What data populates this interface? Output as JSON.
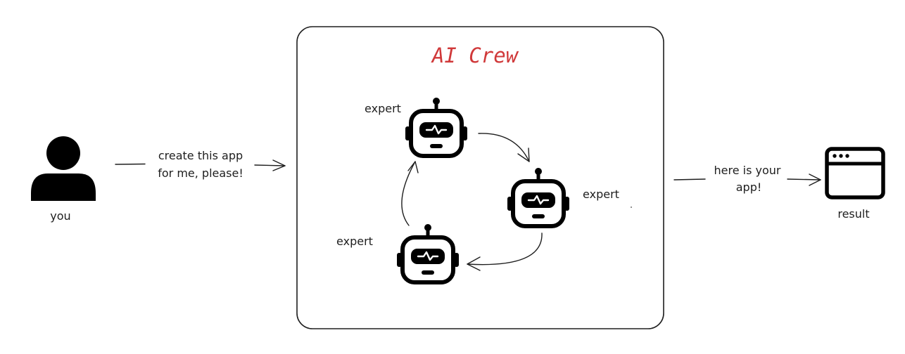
{
  "diagram": {
    "user_label": "you",
    "request_line1": "create this app",
    "request_line2": "for me, please!",
    "crew_title": "AI Crew",
    "expert_label_1": "expert",
    "expert_label_2": "expert",
    "expert_label_3": "expert",
    "response_line1": "here is your",
    "response_line2": "app!",
    "result_label": "result"
  },
  "colors": {
    "title": "#d0393a",
    "ink": "#1e1e1e",
    "background": "#ffffff"
  },
  "icons": {
    "user": "person-icon",
    "agents": "robot-icon",
    "result": "browser-window-icon"
  }
}
